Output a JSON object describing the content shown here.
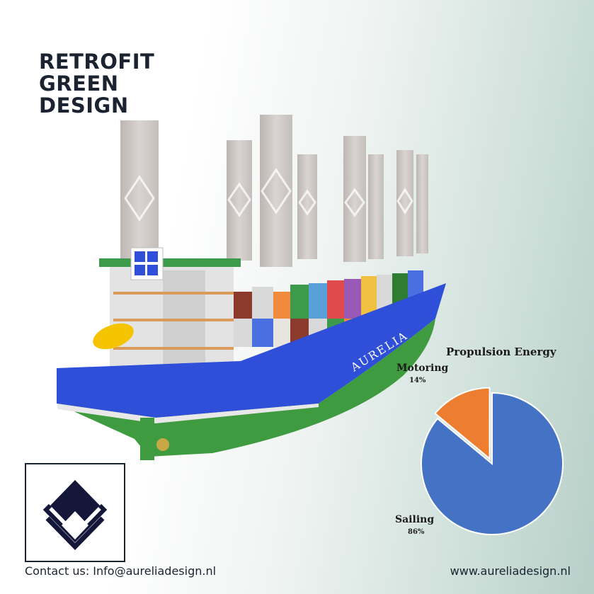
{
  "headline": {
    "lines": [
      "RETROFIT",
      "GREEN",
      "DESIGN"
    ]
  },
  "ship": {
    "hull_text": "AURELIA"
  },
  "chart_data": {
    "type": "pie",
    "title": "Propulsion Energy",
    "slices": [
      {
        "label": "Sailing",
        "value": 86,
        "value_label": "86%",
        "color": "#4472c4"
      },
      {
        "label": "Motoring",
        "value": 14,
        "value_label": "14%",
        "color": "#ed7d31"
      }
    ]
  },
  "footer": {
    "contact": "Contact us: Info@aureliadesign.nl",
    "website": "www.aureliadesign.nl"
  },
  "colors": {
    "navy": "#1b2330",
    "hull_blue": "#2f4fd8",
    "hull_green": "#3f9b3f",
    "sail": "#cfc9c6"
  }
}
